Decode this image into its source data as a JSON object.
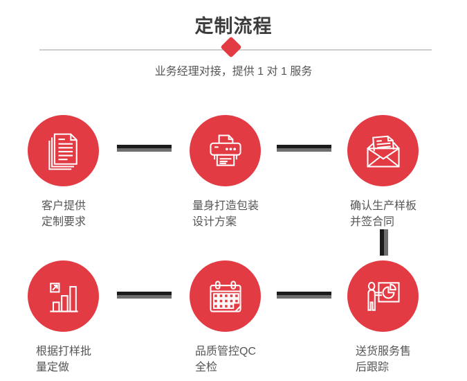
{
  "header": {
    "title": "定制流程",
    "subtitle": "业务经理对接，提供 1 对 1 服务"
  },
  "steps": [
    {
      "icon": "documents-icon",
      "label_line1": "客户提供",
      "label_line2": "定制要求"
    },
    {
      "icon": "printer-icon",
      "label_line1": "量身打造包装",
      "label_line2": "设计方案"
    },
    {
      "icon": "envelope-icon",
      "label_line1": "确认生产样板",
      "label_line2": "并签合同"
    },
    {
      "icon": "bar-chart-icon",
      "label_line1": "根据打样批",
      "label_line2": "量定做"
    },
    {
      "icon": "calendar-icon",
      "label_line1": "品质管控QC",
      "label_line2": "全检"
    },
    {
      "icon": "presentation-icon",
      "label_line1": "送货服务售",
      "label_line2": "后跟踪"
    }
  ],
  "colors": {
    "accent_red": "#e33b44",
    "connector_dark": "#1b1b1b",
    "connector_gray": "#6e6e6e",
    "title_text": "#3c3c3c",
    "body_text": "#555555",
    "divider": "#cecece",
    "icon_stroke": "#ffffff"
  }
}
